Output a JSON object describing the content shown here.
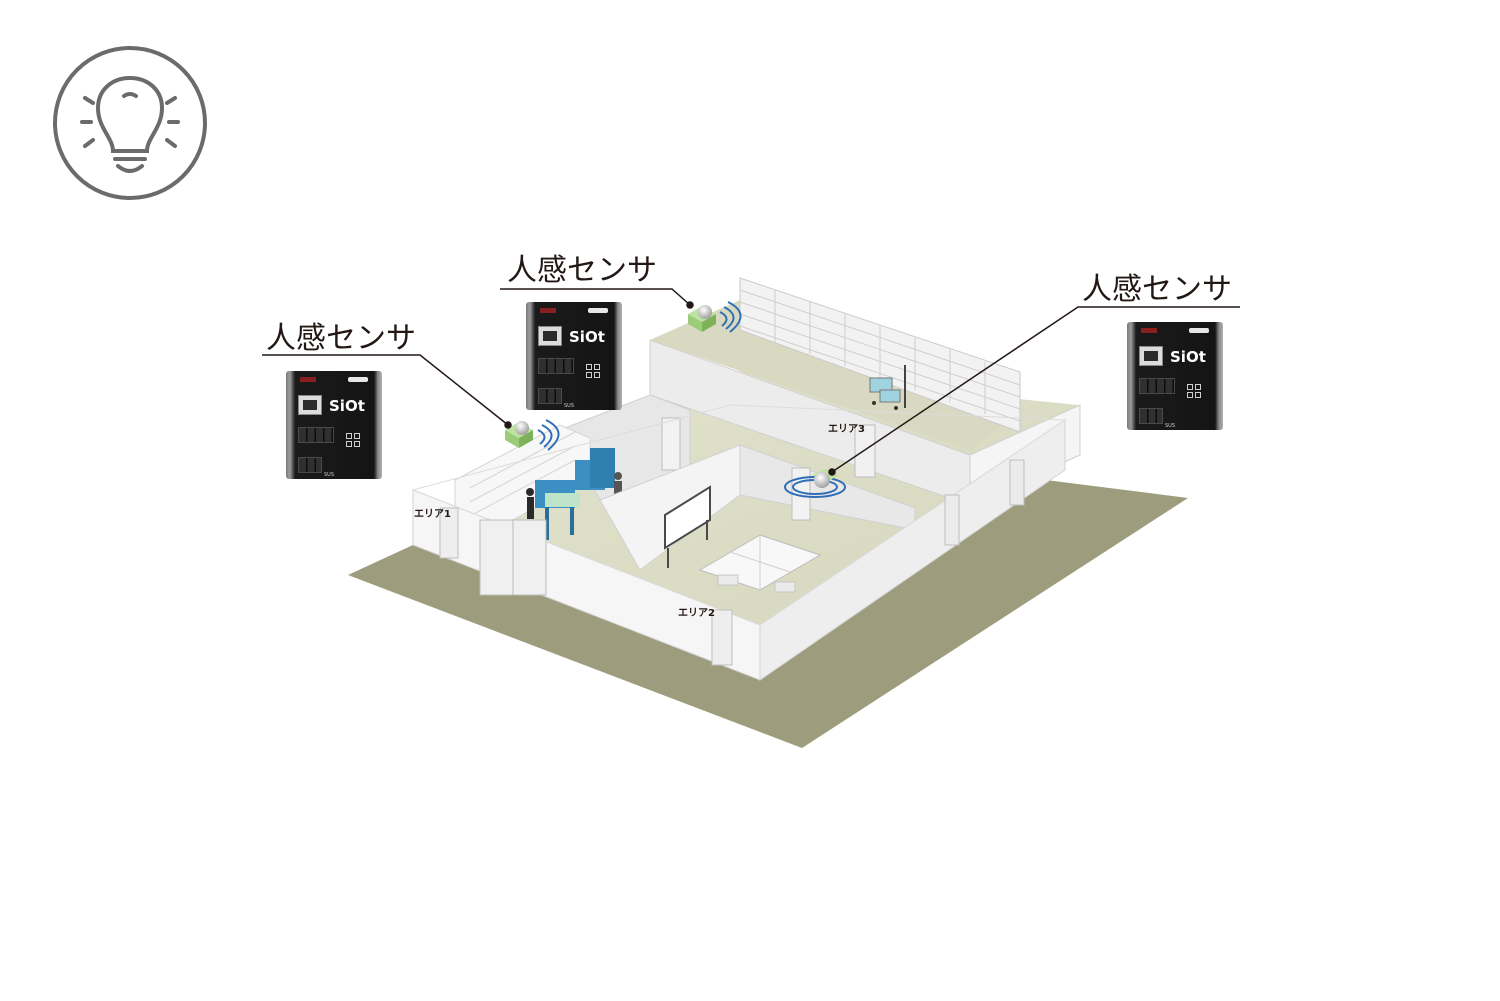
{
  "icon": "light-bulb-icon",
  "labels": {
    "sensor_left": "人感センサ",
    "sensor_middle": "人感センサ",
    "sensor_right": "人感センサ"
  },
  "areas": {
    "area1": "エリア1",
    "area2": "エリア2",
    "area3": "エリア3"
  },
  "device": {
    "brand": "SiOt",
    "brand_small": "SUS"
  },
  "colors": {
    "ground": "#9d9d7d",
    "floor": "#dedfc8",
    "wall_front": "#f4f4f4",
    "wall_side": "#e3e3e3",
    "text": "#231815",
    "icon_stroke": "#6b6b6b",
    "sensor_green": "#9ccc7a",
    "wave_blue": "#2f6fb5",
    "rack_blue": "#3b8fc2"
  }
}
